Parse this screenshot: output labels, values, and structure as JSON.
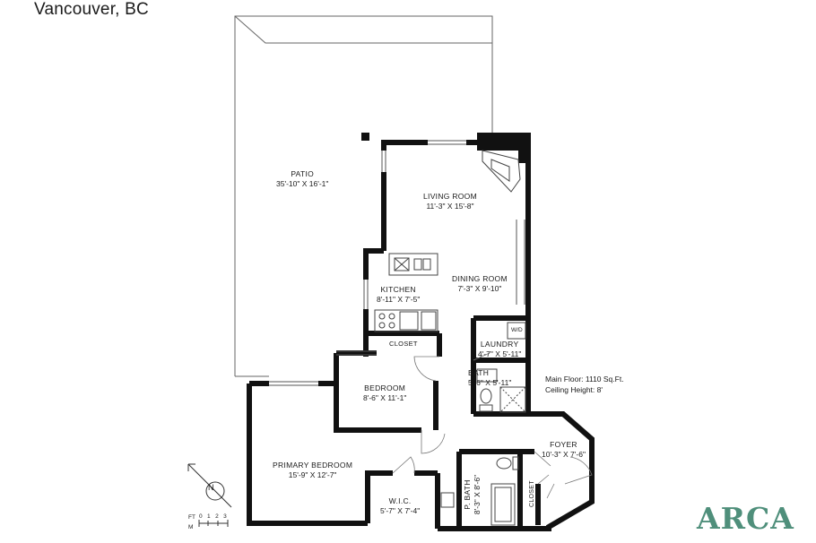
{
  "header": {
    "location": "Vancouver, BC"
  },
  "rooms": {
    "patio": {
      "name": "PATIO",
      "dims": "35'-10\" X 16'-1\""
    },
    "living": {
      "name": "LIVING ROOM",
      "dims": "11'-3\" X 15'-8\""
    },
    "dining": {
      "name": "DINING ROOM",
      "dims": "7'-3\" X 9'-10\""
    },
    "kitchen": {
      "name": "KITCHEN",
      "dims": "8'-11\" X 7'-5\""
    },
    "closet1": {
      "name": "CLOSET"
    },
    "laundry": {
      "name": "LAUNDRY",
      "dims": "4'-7\" X 5'-11\""
    },
    "bath": {
      "name": "BATH",
      "dims": "5'-6\" X 5'-11\""
    },
    "bedroom": {
      "name": "BEDROOM",
      "dims": "8'-6\" X 11'-1\""
    },
    "primary": {
      "name": "PRIMARY BEDROOM",
      "dims": "15'-9\" X 12'-7\""
    },
    "wic": {
      "name": "W.I.C.",
      "dims": "5'-7\" X 7'-4\""
    },
    "pbath": {
      "name": "P. BATH",
      "dims": "8'-3\" X 8'-6\""
    },
    "foyer": {
      "name": "FOYER",
      "dims": "10'-3\" X 7'-6\""
    },
    "closet2": {
      "name": "CLOSET"
    }
  },
  "appliances": {
    "washer_dryer": "W/D"
  },
  "info": {
    "area": "Main Floor: 1110 Sq.Ft.",
    "ceiling": "Ceiling Height: 8'"
  },
  "scale": {
    "ft": "FT",
    "m": "M",
    "ticks": "0   1   2   3"
  },
  "compass": {
    "north": "N"
  },
  "branding": {
    "logo": "ARCA"
  },
  "colors": {
    "wall": "#111111",
    "logo": "#4f8f7b",
    "line": "#555555"
  }
}
